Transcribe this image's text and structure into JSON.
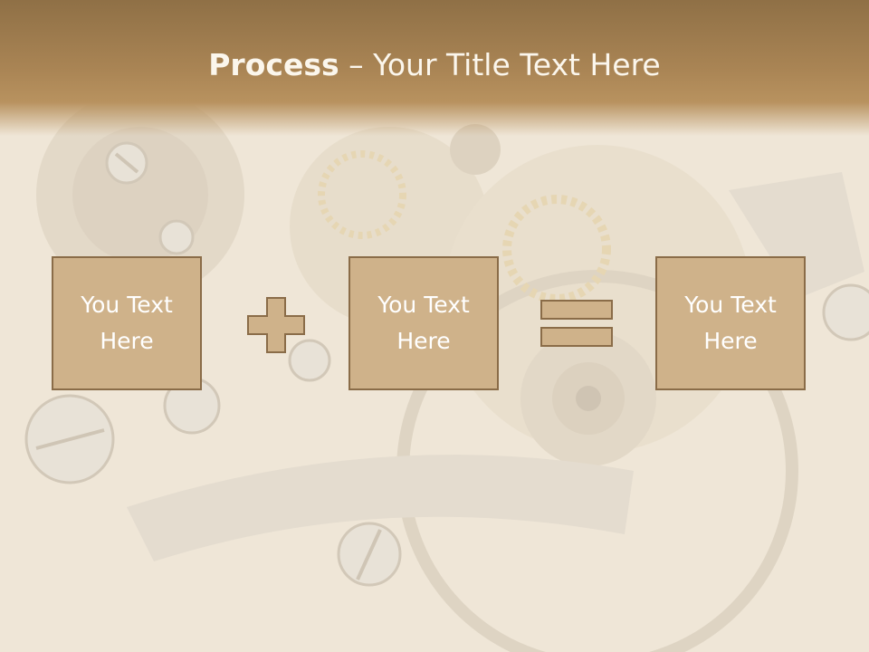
{
  "slide": {
    "title_bold": "Process",
    "title_dash": " – ",
    "title_rest": "Your Title Text Here"
  },
  "boxes": [
    {
      "text": "You Text Here"
    },
    {
      "text": "You Text Here"
    },
    {
      "text": "You Text Here"
    }
  ],
  "operators": {
    "first": "plus-icon",
    "second": "equals-icon"
  },
  "colors": {
    "title_band": "#a98454",
    "box_fill": "#cfb28a",
    "box_border": "#8a6c48",
    "operator_fill": "#cfb28a",
    "operator_border": "#8a6c48",
    "text": "#ffffff"
  }
}
